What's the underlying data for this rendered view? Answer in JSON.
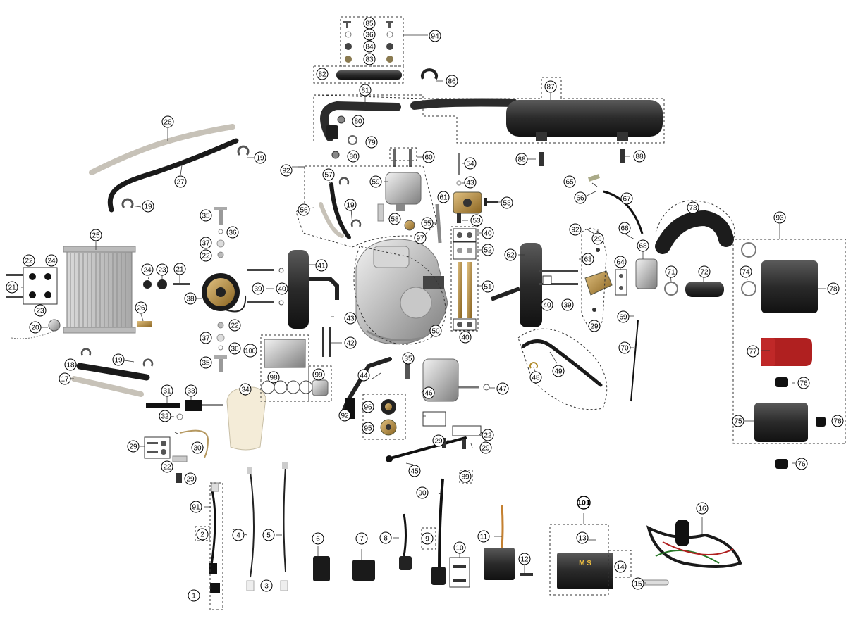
{
  "diagram": {
    "callouts": {
      "c1": "1",
      "c2": "2",
      "c3": "3",
      "c4": "4",
      "c5": "5",
      "c6": "6",
      "c7": "7",
      "c8": "8",
      "c9": "9",
      "c10": "10",
      "c11": "11",
      "c12": "12",
      "c13": "13",
      "c14": "14",
      "c15": "15",
      "c16": "16",
      "c17": "17",
      "c18": "18",
      "c19a": "19",
      "c19b": "19",
      "c19c": "19",
      "c19d": "19",
      "c20": "20",
      "c21a": "21",
      "c21b": "21",
      "c22a": "22",
      "c22b": "22",
      "c22c": "22",
      "c22d": "22",
      "c22e": "22",
      "c23a": "23",
      "c23b": "23",
      "c24a": "24",
      "c24b": "24",
      "c25": "25",
      "c26": "26",
      "c27": "27",
      "c28": "28",
      "c29a": "29",
      "c29b": "29",
      "c29c": "29",
      "c29d": "29",
      "c29e": "29",
      "c29f": "29",
      "c30": "30",
      "c31": "31",
      "c32": "32",
      "c33": "33",
      "c34": "34",
      "c35a": "35",
      "c35b": "35",
      "c35c": "35",
      "c36a": "36",
      "c36b": "36",
      "c36c": "36",
      "c37a": "37",
      "c37b": "37",
      "c38": "38",
      "c39a": "39",
      "c39b": "39",
      "c40a": "40",
      "c40b": "40",
      "c40c": "40",
      "c40d": "40",
      "c41": "41",
      "c42": "42",
      "c43a": "43",
      "c43b": "43",
      "c44": "44",
      "c45": "45",
      "c46": "46",
      "c47": "47",
      "c48": "48",
      "c49": "49",
      "c50": "50",
      "c51": "51",
      "c52": "52",
      "c53a": "53",
      "c53b": "53",
      "c54": "54",
      "c55": "55",
      "c56": "56",
      "c57": "57",
      "c58": "58",
      "c59": "59",
      "c60": "60",
      "c61": "61",
      "c62": "62",
      "c63": "63",
      "c64": "64",
      "c65": "65",
      "c66a": "66",
      "c66b": "66",
      "c67": "67",
      "c68": "68",
      "c69": "69",
      "c70": "70",
      "c71": "71",
      "c72": "72",
      "c73": "73",
      "c74": "74",
      "c75": "75",
      "c76a": "76",
      "c76b": "76",
      "c76c": "76",
      "c77": "77",
      "c78": "78",
      "c79": "79",
      "c80a": "80",
      "c80b": "80",
      "c81": "81",
      "c82": "82",
      "c83": "83",
      "c84": "84",
      "c85": "85",
      "c86": "86",
      "c87": "87",
      "c88a": "88",
      "c88b": "88",
      "c89": "89",
      "c90": "90",
      "c91": "91",
      "c92a": "92",
      "c92b": "92",
      "c92c": "92",
      "c93": "93",
      "c94": "94",
      "c95": "95",
      "c96": "96",
      "c97": "97",
      "c98": "98",
      "c99": "99",
      "c100": "100",
      "c101": "101"
    },
    "battery_label": "M S"
  }
}
